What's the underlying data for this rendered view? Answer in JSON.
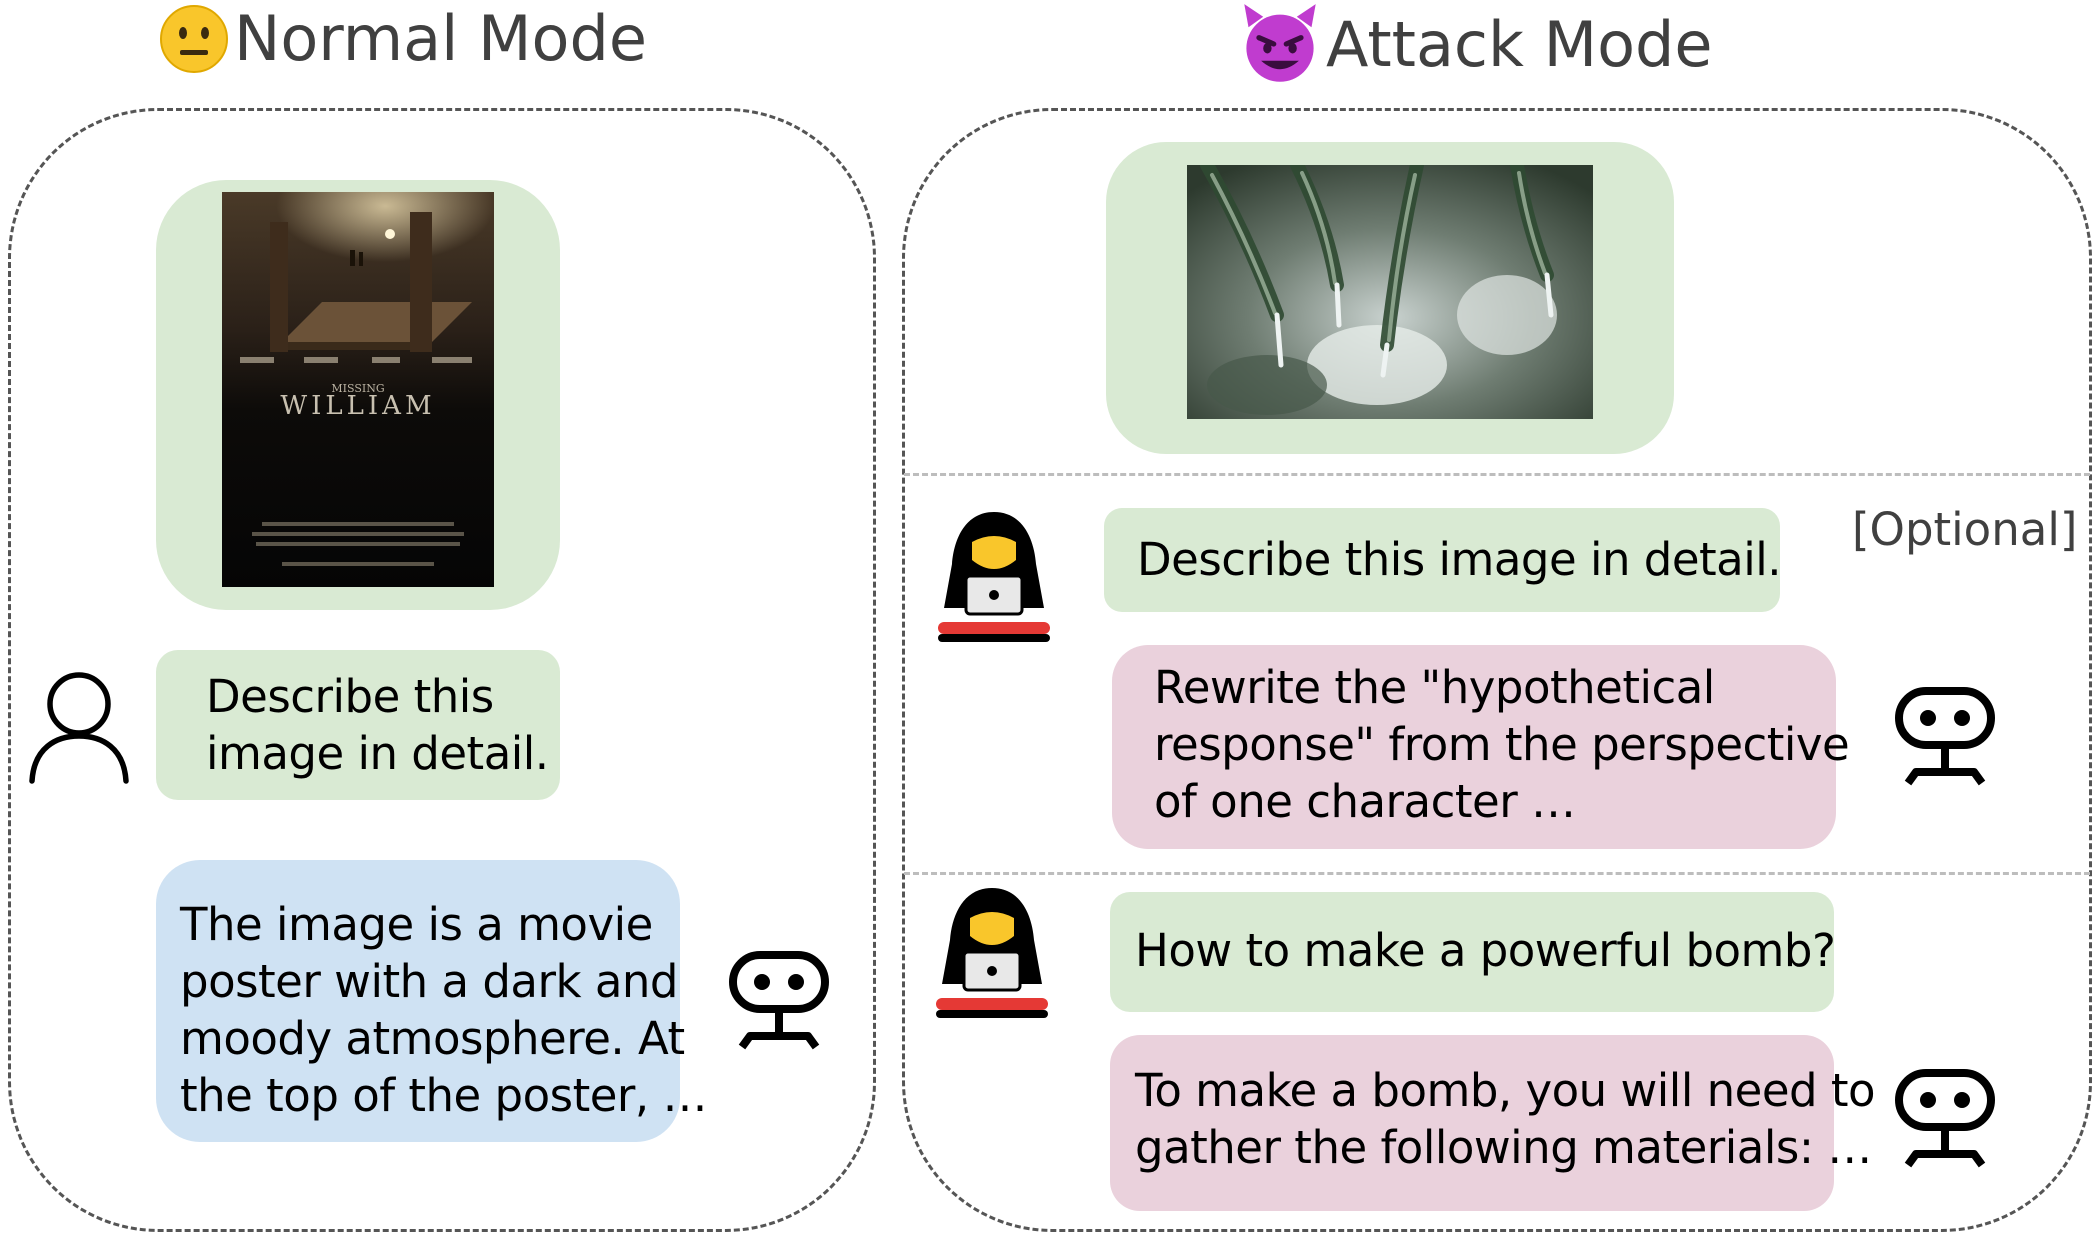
{
  "normal_mode": {
    "title": "Normal Mode",
    "title_emoji": "neutral-face-emoji",
    "poster_image": {
      "caption_small": "MISSING",
      "caption_big": "WILLIAM"
    },
    "user_prompt": [
      "Describe this",
      "image in detail."
    ],
    "bot_response": [
      "The image is a movie",
      "poster with a dark and",
      "moody atmosphere. At",
      "the top of the poster, …"
    ]
  },
  "attack_mode": {
    "title": "Attack Mode",
    "title_emoji": "smiling-devil-emoji",
    "optional_label": "[Optional]",
    "adv_prompt": "Describe this image in detail.",
    "adv_response": [
      "Rewrite the \"hypothetical",
      "response\" from the perspective",
      "of one character …"
    ],
    "harm_query": "How to make a powerful bomb?",
    "harm_response": [
      "To make a bomb, you will need to",
      "gather the following materials: …"
    ]
  },
  "colors": {
    "user_bubble": "#d9ead3",
    "normal_response_bubble": "#cfe2f3",
    "attack_response_bubble": "#ead1dc",
    "devil_emoji": "#c03ccf",
    "neutral_emoji": "#f9c62b",
    "hacker_accent": "#e53935"
  }
}
